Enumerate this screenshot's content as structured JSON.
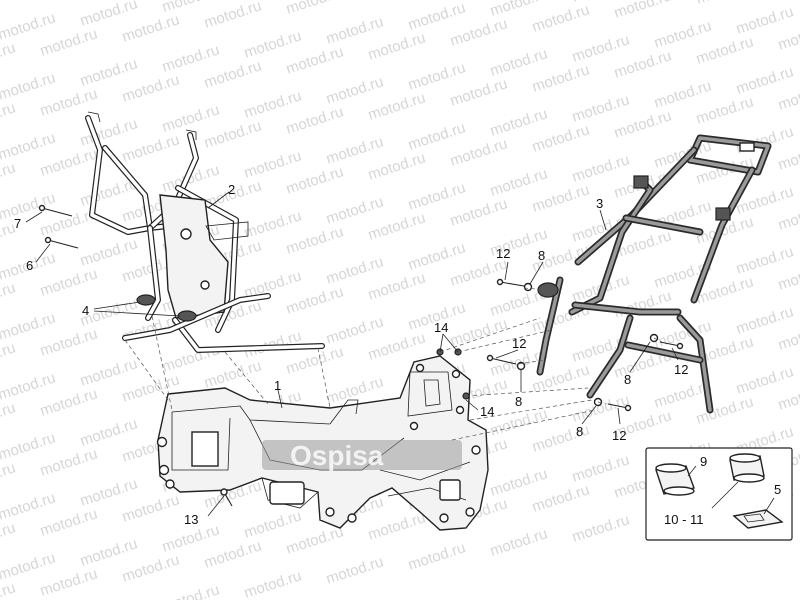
{
  "watermark": {
    "text": "motod.ru"
  },
  "stamp": {
    "text": "Ospisa"
  },
  "callouts": {
    "c1": "1",
    "c2": "2",
    "c3": "3",
    "c4": "4",
    "c5": "5",
    "c6": "6",
    "c7": "7",
    "c8a": "8",
    "c8b": "8",
    "c8c": "8",
    "c8d": "8",
    "c9": "9",
    "c10_11": "10 - 11",
    "c12a": "12",
    "c12b": "12",
    "c12c": "12",
    "c12d": "12",
    "c13": "13",
    "c14a": "14",
    "c14b": "14"
  }
}
